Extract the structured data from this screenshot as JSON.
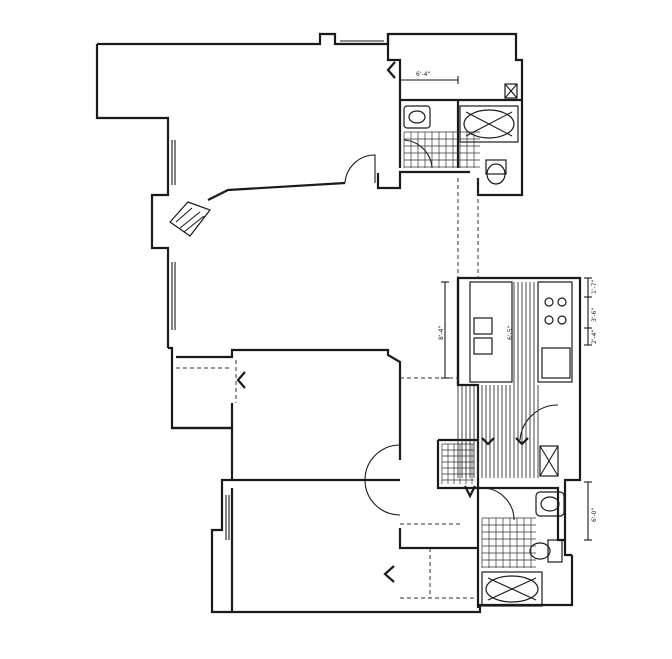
{
  "plan": {
    "dimensions": {
      "top_bath_width": "6'-4\"",
      "kitchen_width": "8'-4\"",
      "kitchen_inner": "6'-5\"",
      "right_top": "1'-7\"",
      "right_mid": "3'-6\"",
      "right_bottom": "2'-4\"",
      "lower_bath": "6'-0\""
    }
  }
}
